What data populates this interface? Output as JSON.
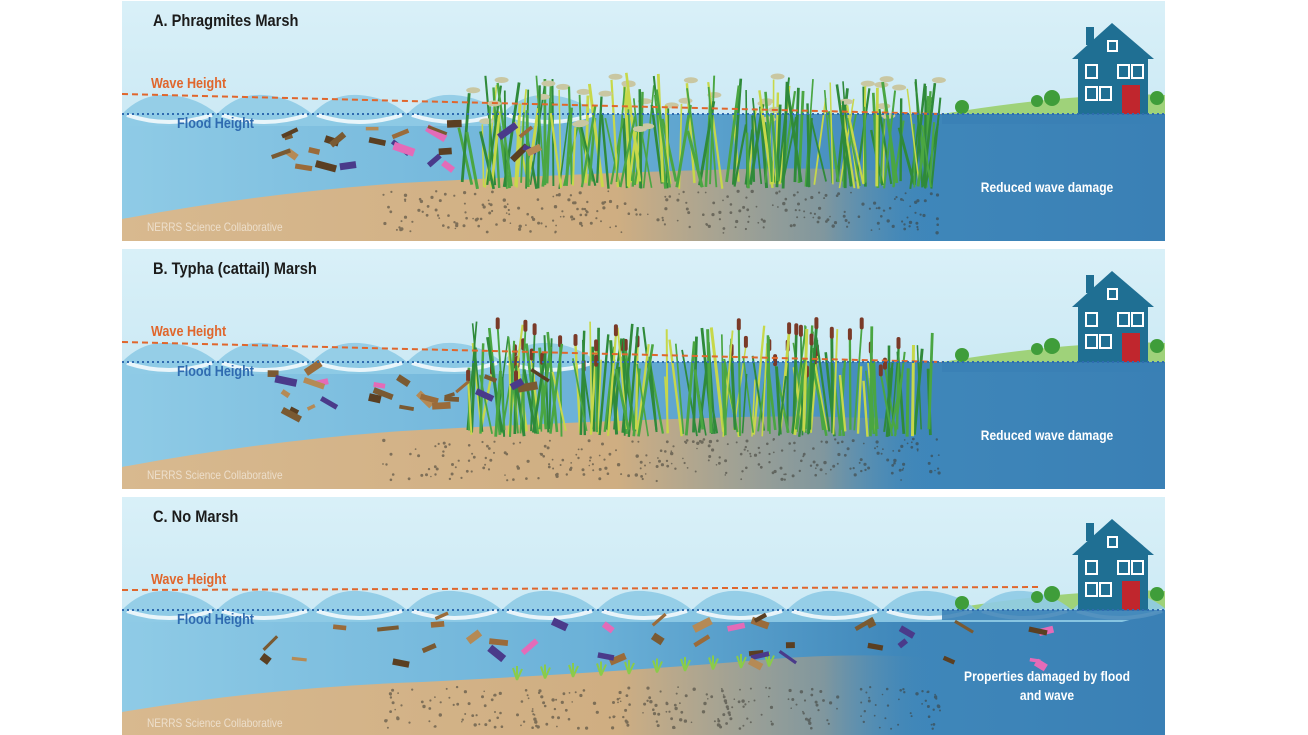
{
  "labels": {
    "wave_height": "Wave Height",
    "flood_height": "Flood Height",
    "credit": "NERRS Science Collaborative"
  },
  "panels": [
    {
      "title": "A. Phragmites Marsh",
      "result": "Reduced wave damage",
      "marsh": "phragmites"
    },
    {
      "title": "B. Typha (cattail) Marsh",
      "result": "Reduced wave damage",
      "marsh": "typha"
    },
    {
      "title": "C. No Marsh",
      "result": "Properties damaged by flood and wave",
      "marsh": "none"
    }
  ],
  "colors": {
    "sky": "#cdeaf5",
    "water_light": "#8fcbe6",
    "water_deep": "#3c83b8",
    "sand": "#d8b98f",
    "wave_line": "#e0662c",
    "flood_line": "#2f6bb0",
    "house": "#1f6f93",
    "door": "#c0262d",
    "grass": "#3f9d3a",
    "cattail": "#7a3a28"
  }
}
